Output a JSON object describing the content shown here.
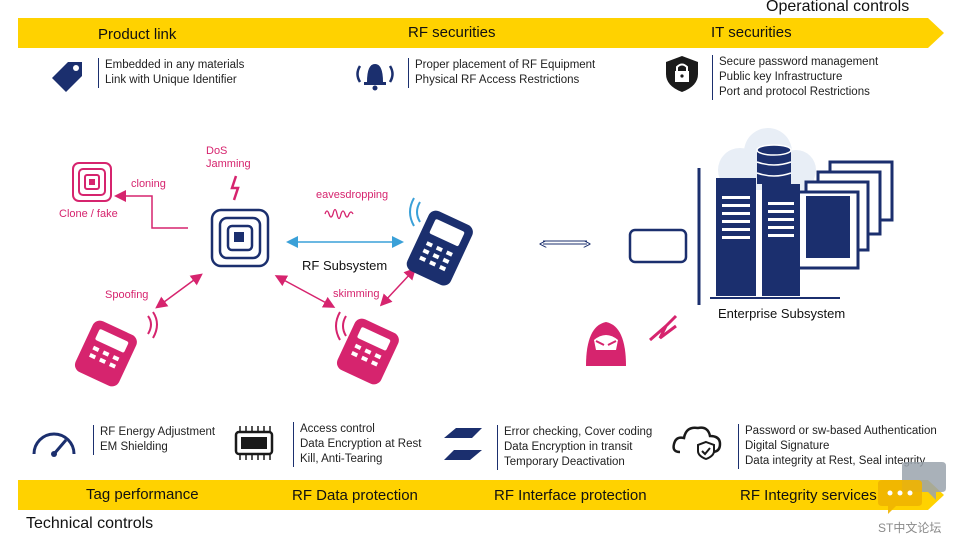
{
  "header": {
    "top_caption": "Operational controls",
    "categories": [
      {
        "label": "Product link",
        "items": [
          "Embedded in any materials",
          "Link with Unique Identifier"
        ],
        "icon": "tag-icon"
      },
      {
        "label": "RF securities",
        "items": [
          "Proper placement of RF Equipment",
          "Physical RF Access Restrictions"
        ],
        "icon": "alarm-bell-icon"
      },
      {
        "label": "IT securities",
        "items": [
          "Secure password management",
          "Public key  Infrastructure",
          "Port and protocol Restrictions"
        ],
        "icon": "padlock-shield-icon"
      }
    ]
  },
  "diagram": {
    "threats": {
      "dos": [
        "DoS",
        "Jamming"
      ],
      "cloning": "cloning",
      "clone_fake": "Clone / fake",
      "eavesdropping": "eavesdropping",
      "spoofing": "Spoofing",
      "skimming": "skimming"
    },
    "rf_subsystem": "RF Subsystem",
    "enterprise_subsystem": "Enterprise Subsystem",
    "colors": {
      "threat": "#d6246e",
      "navy": "#1b2f6e",
      "accent": "#ffd200",
      "link": "#3aa0d8"
    }
  },
  "footer": {
    "bottom_caption": "Technical controls",
    "categories": [
      {
        "label": "Tag performance",
        "items": [
          "RF Energy Adjustment",
          "EM Shielding"
        ],
        "icon": "gauge-icon"
      },
      {
        "label": "RF Data protection",
        "items": [
          "Access control",
          "Data Encryption at Rest",
          "Kill, Anti-Tearing"
        ],
        "icon": "chip-icon"
      },
      {
        "label": "RF Interface protection",
        "items": [
          "Error checking, Cover coding",
          "Data Encryption in transit",
          "Temporary Deactivation"
        ],
        "icon": "handshake-icon"
      },
      {
        "label": "RF Integrity services",
        "items": [
          "Password or sw-based Authentication",
          "Digital Signature",
          "Data integrity at Rest, Seal integrity"
        ],
        "icon": "cloud-shield-icon"
      }
    ]
  },
  "watermark": {
    "text": "ST中文论坛",
    "icon": "chat-bubble-logo"
  }
}
